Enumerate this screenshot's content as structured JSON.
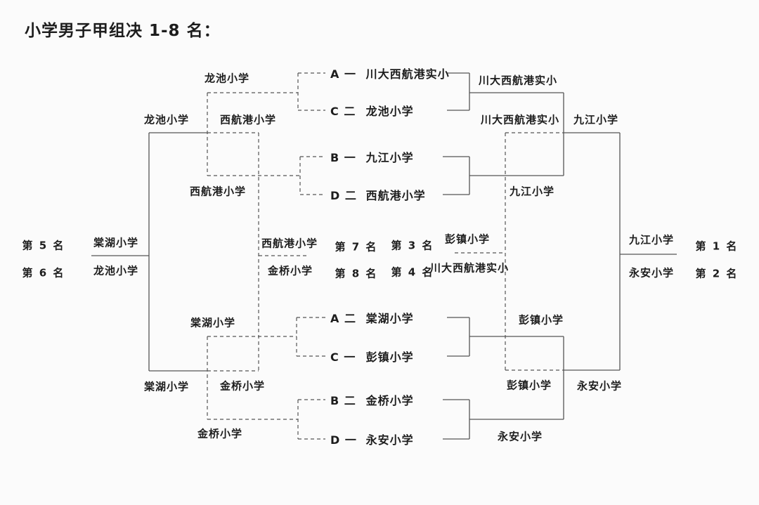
{
  "title": "小学男子甲组决 1-8 名：",
  "bracket": {
    "seeds": {
      "qf1_top": {
        "code": "A 一",
        "team": "川大西航港实小"
      },
      "qf1_bottom": {
        "code": "C 二",
        "team": "龙池小学"
      },
      "qf2_top": {
        "code": "B 一",
        "team": "九江小学"
      },
      "qf2_bottom": {
        "code": "D 二",
        "team": "西航港小学"
      },
      "qf3_top": {
        "code": "A 二",
        "team": "棠湖小学"
      },
      "qf3_bottom": {
        "code": "C 一",
        "team": "彭镇小学"
      },
      "qf4_top": {
        "code": "B 二",
        "team": "金桥小学"
      },
      "qf4_bottom": {
        "code": "D 一",
        "team": "永安小学"
      }
    },
    "main": {
      "qf1_winner": "川大西航港实小",
      "qf2_winner": "九江小学",
      "qf3_winner": "彭镇小学",
      "qf4_winner": "永安小学",
      "sf1_winner": "九江小学",
      "sf1_loser": "川大西航港实小",
      "sf2_winner": "永安小学",
      "sf2_loser": "彭镇小学"
    },
    "consolation": {
      "qf1_loser": "龙池小学",
      "qf2_loser": "西航港小学",
      "qf3_loser": "棠湖小学",
      "qf4_loser": "金桥小学",
      "sf1_winner": "龙池小学",
      "sf1_loser": "西航港小学",
      "sf2_winner": "棠湖小学",
      "sf2_loser": "金桥小学"
    },
    "placements": {
      "p1": {
        "rank": "第 1 名",
        "team": "九江小学"
      },
      "p2": {
        "rank": "第 2 名",
        "team": "永安小学"
      },
      "p3": {
        "rank": "第 3 名",
        "team": "彭镇小学"
      },
      "p4": {
        "rank": "第 4 名",
        "team": "川大西航港实小"
      },
      "p5": {
        "rank": "第 5 名",
        "team": "棠湖小学"
      },
      "p6": {
        "rank": "第 6 名",
        "team": "龙池小学"
      },
      "p7": {
        "rank": "第 7 名",
        "team": "西航港小学"
      },
      "p8": {
        "rank": "第 8 名",
        "team": "金桥小学"
      }
    }
  },
  "colors": {
    "line": "#555555",
    "text": "#1d1d1d",
    "background": "#fbfbfb"
  }
}
